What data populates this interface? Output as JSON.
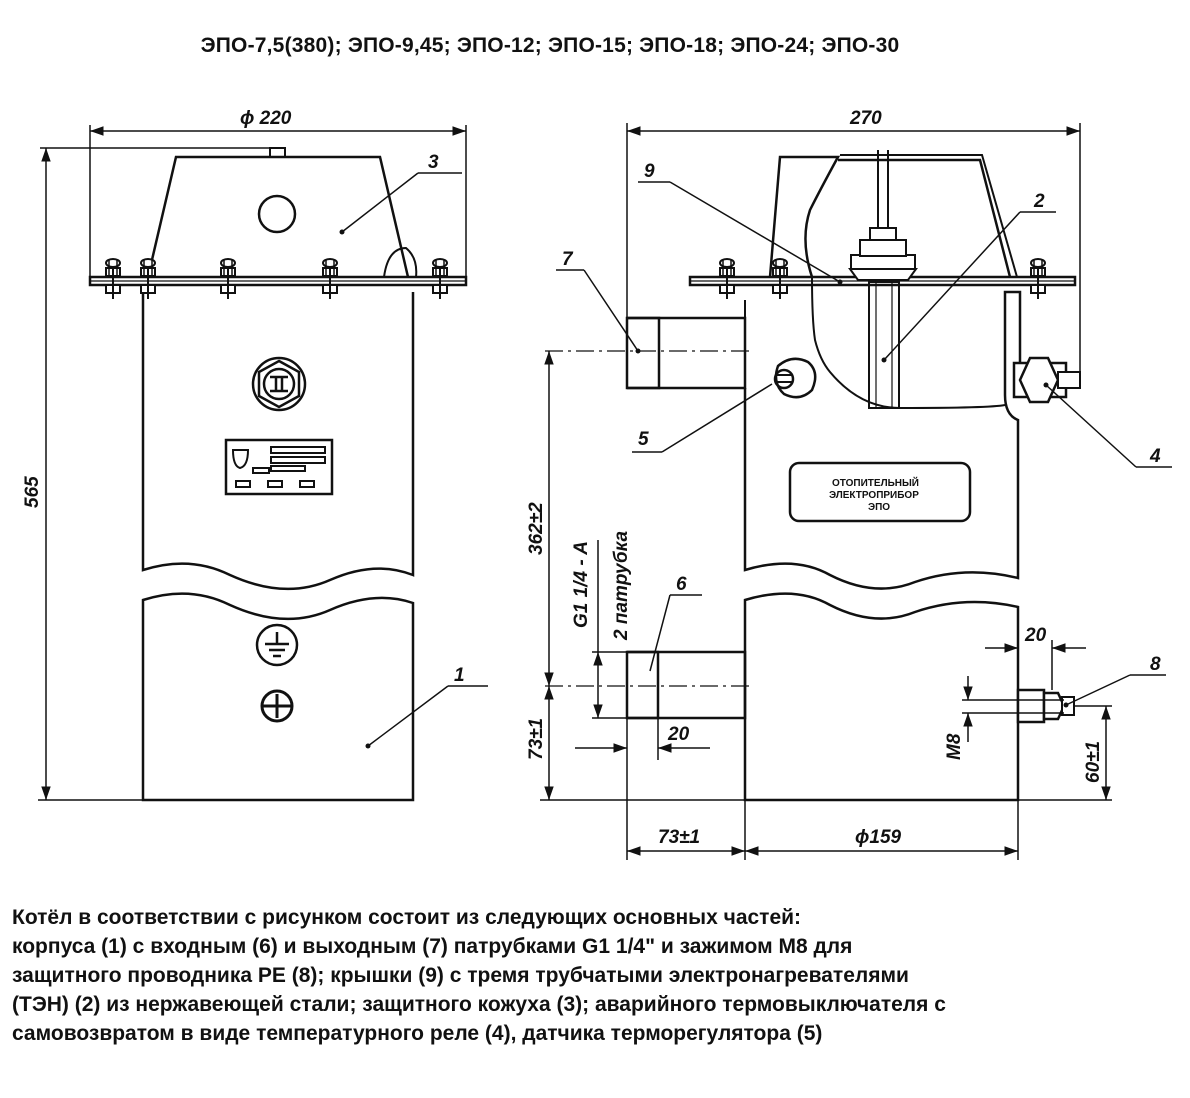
{
  "title": "ЭПО-7,5(380); ЭПО-9,45; ЭПО-12; ЭПО-15; ЭПО-18; ЭПО-24; ЭПО-30",
  "dimensions": {
    "d220": "ϕ 220",
    "h565": "565",
    "w270": "270",
    "h362": "362±2",
    "thread": "G1 1/4 - A",
    "two_pipes": "2 патрубка",
    "h73": "73±1",
    "w20_pipe": "20",
    "w73": "73±1",
    "d159": "ϕ159",
    "w20_clamp": "20",
    "m8": "M8",
    "h60": "60±1"
  },
  "callouts": [
    "1",
    "2",
    "3",
    "4",
    "5",
    "6",
    "7",
    "8",
    "9"
  ],
  "nameplate": {
    "line1": "ОТОПИТЕЛЬНЫЙ",
    "line2": "ЭЛЕКТРОПРИБОР",
    "line3": "ЭПО"
  },
  "description": {
    "line1": "Котёл в соответствии с рисунком состоит из следующих основных частей:",
    "line2": "корпуса (1) с входным (6) и выходным (7) патрубками G1 1/4\" и зажимом М8 для",
    "line3": "защитного проводника PE (8); крышки (9) с тремя трубчатыми электронагревателями",
    "line4": "(ТЭН) (2) из нержавеющей стали; защитного кожуха (3); аварийного термовыключателя с",
    "line5": "самовозвратом в виде температурного реле (4), датчика терморегулятора (5)"
  },
  "colors": {
    "ink": "#111111",
    "background": "#ffffff"
  }
}
